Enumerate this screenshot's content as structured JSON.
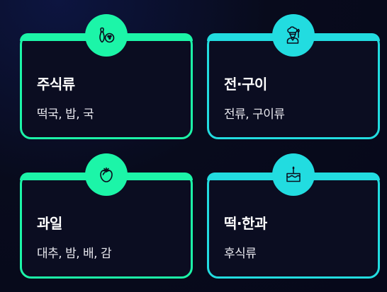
{
  "cards": [
    {
      "title": "주식류",
      "items": "떡국, 밥, 국",
      "icon": "bowling-icon",
      "accent": "#1cf5a8"
    },
    {
      "title": "전·구이",
      "items": "전류, 구이류",
      "icon": "chef-icon",
      "accent": "#22dce0"
    },
    {
      "title": "과일",
      "items": "대추, 밤, 배, 감",
      "icon": "fruit-icon",
      "accent": "#1cf5a8"
    },
    {
      "title": "떡·한과",
      "items": "후식류",
      "icon": "cake-icon",
      "accent": "#22dce0"
    }
  ]
}
